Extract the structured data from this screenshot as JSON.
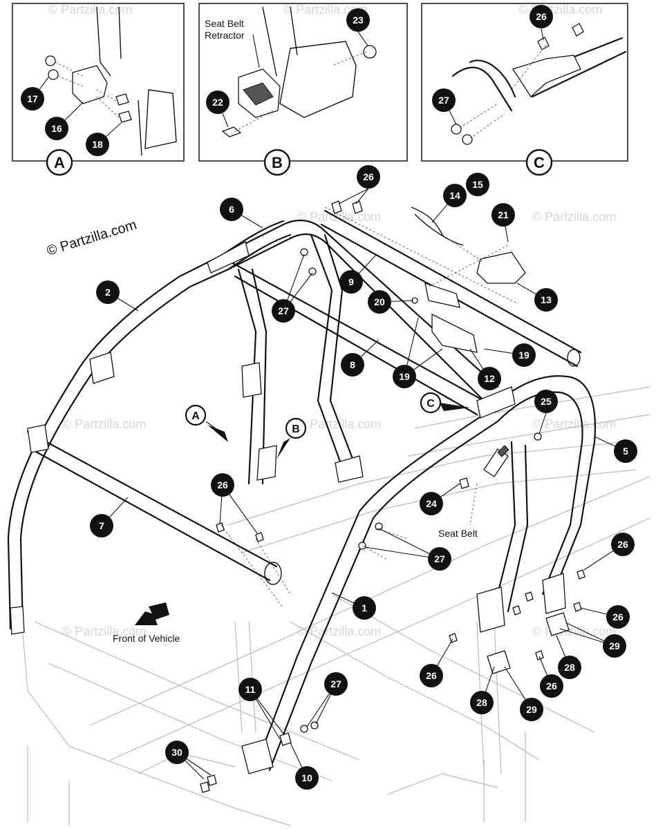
{
  "copyright": "© Partzilla.com",
  "watermark": "© Partzilla.com",
  "insets": [
    {
      "id": "A",
      "letter": "A",
      "callouts": [
        "17",
        "16",
        "18"
      ]
    },
    {
      "id": "B",
      "letter": "B",
      "label": "Seat Belt\nRetractor",
      "label_line1": "Seat Belt",
      "label_line2": "Retractor",
      "callouts": [
        "23",
        "22"
      ]
    },
    {
      "id": "C",
      "letter": "C",
      "callouts": [
        "26",
        "27"
      ]
    }
  ],
  "labels": {
    "seat_belt": "Seat Belt",
    "front_of_vehicle": "Front of Vehicle"
  },
  "view_flags": {
    "a": "A",
    "b": "B",
    "c": "C"
  },
  "callouts": {
    "c1": "1",
    "c2": "2",
    "c5": "5",
    "c6": "6",
    "c7": "7",
    "c8": "8",
    "c9": "9",
    "c10": "10",
    "c11": "11",
    "c12": "12",
    "c13": "13",
    "c14": "14",
    "c15": "15",
    "c19a": "19",
    "c19b": "19",
    "c20": "20",
    "c21": "21",
    "c24": "24",
    "c25": "25",
    "c26a": "26",
    "c26b": "26",
    "c26c": "26",
    "c26d": "26",
    "c26e": "26",
    "c26f": "26",
    "c27a": "27",
    "c27b": "27",
    "c27c": "27",
    "c28a": "28",
    "c28b": "28",
    "c29a": "29",
    "c29b": "29",
    "c30": "30",
    "i17": "17",
    "i16": "16",
    "i18": "18",
    "i23": "23",
    "i22": "22",
    "i26": "26",
    "i27": "27"
  }
}
